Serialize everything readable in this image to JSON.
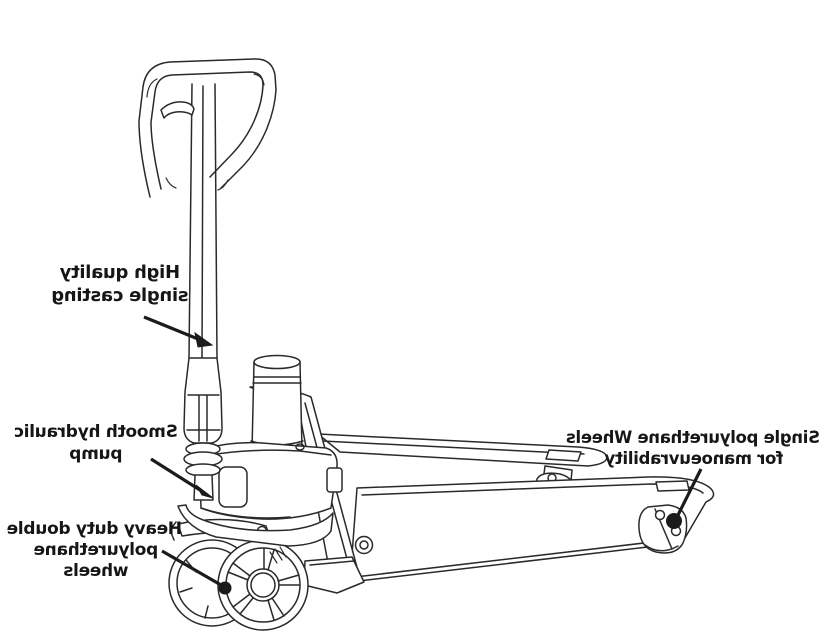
{
  "figure": {
    "type": "product-feature-diagram",
    "ink_color": "#2a2a2a",
    "text_color": "#161616",
    "background_color": "#ffffff"
  },
  "callouts": {
    "casting": {
      "lines": [
        "High quality",
        "single casting"
      ]
    },
    "pump": {
      "lines": [
        "Smooth hydraulic",
        "pump"
      ]
    },
    "steer_wheels": {
      "lines": [
        "Heavy duty double",
        "polyurethane",
        "wheels"
      ]
    },
    "load_wheels": {
      "lines": [
        "Single polyurethane Wheels",
        "for manoeuvrability"
      ]
    }
  }
}
